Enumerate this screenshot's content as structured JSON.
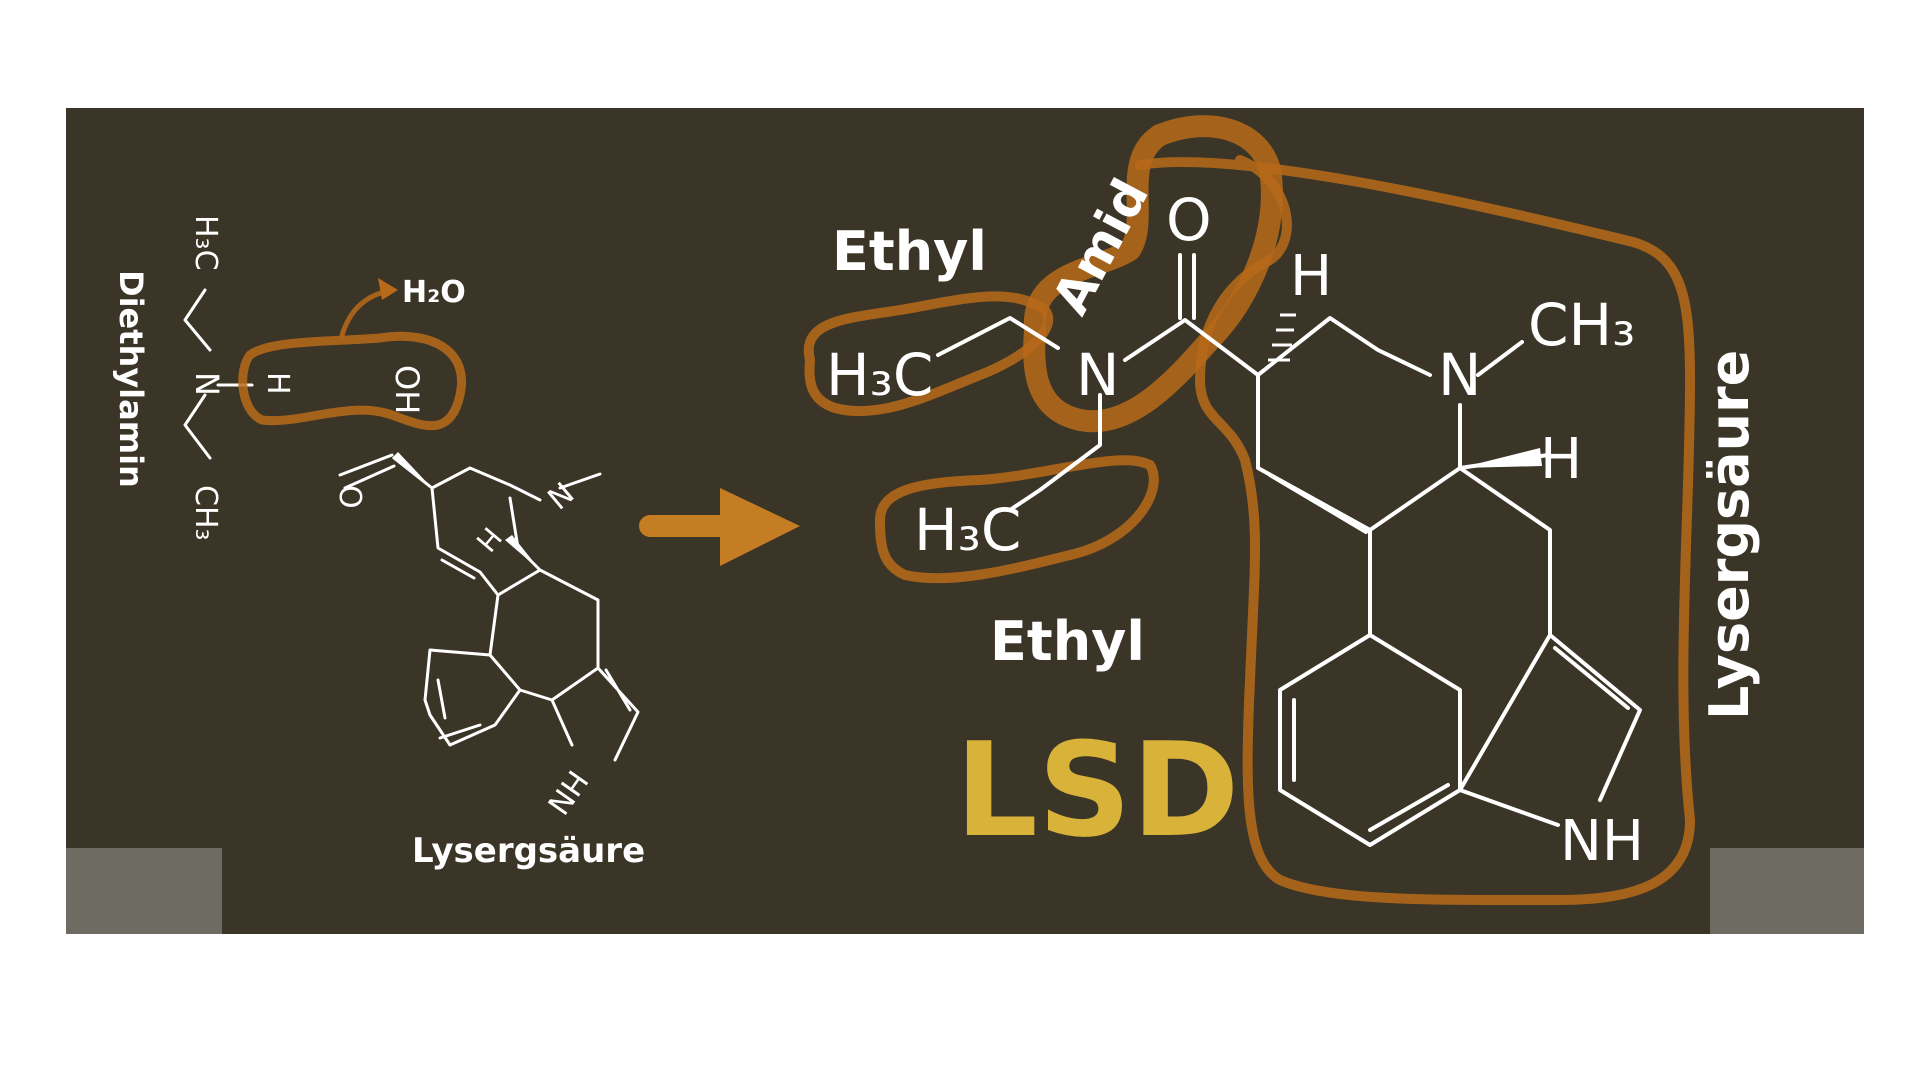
{
  "labels": {
    "diethylamin": "Diethylamin",
    "lysergsaeure_small": "Lysergsäure",
    "lysergsaeure_big": "Lysergsäure",
    "ethyl_top": "Ethyl",
    "ethyl_bottom": "Ethyl",
    "amid": "Amid",
    "lsd": "LSD",
    "water": "H₂O"
  },
  "atoms": {
    "h3c_top": "H₃C",
    "ch3_bottom": "CH₃",
    "n_amine": "N",
    "h_amine": "H",
    "oh": "OH",
    "o_small": "O",
    "n_small": "N",
    "h_small": "H",
    "hn_small": "HN",
    "h3c_1": "H₃C",
    "h3c_2": "H₃C",
    "n_amide": "N",
    "o_big": "O",
    "h_big_top": "H",
    "n_big": "N",
    "ch3_big": "CH₃",
    "h_big_mid": "H",
    "nh_big": "NH"
  },
  "colors": {
    "board": "#3a3526",
    "chalk": "#ffffff",
    "highlight": "#b86a1a",
    "lsd": "#d9b23a",
    "corner": "#6e6b62"
  }
}
